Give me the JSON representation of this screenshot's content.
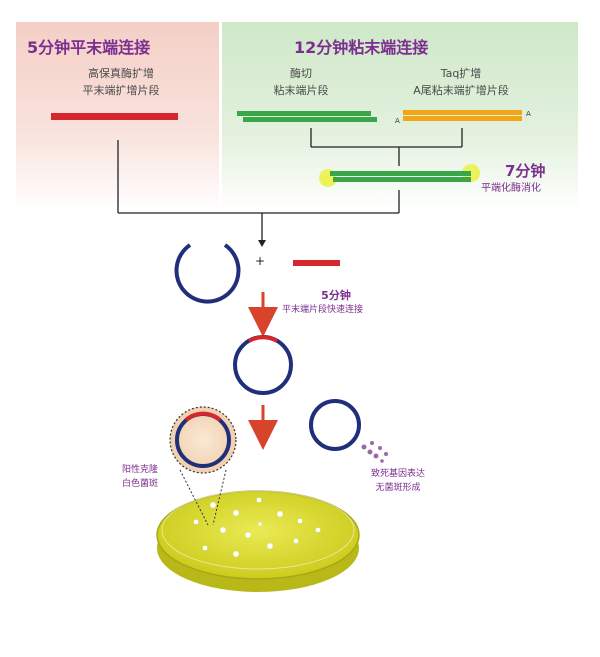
{
  "left_panel": {
    "title": "5分钟平末端连接",
    "caption_line1": "高保真酶扩增",
    "caption_line2": "平末端扩增片段"
  },
  "right_panel": {
    "title": "12分钟粘末端连接",
    "digest_line1": "酶切",
    "digest_line2": "粘末端片段",
    "taq_line1": "Taq扩增",
    "taq_line2": "A尾粘末端扩增片段",
    "a_tail": "A"
  },
  "blunting": {
    "time": "7分钟",
    "caption": "平端化酶消化"
  },
  "plus_sign": "+",
  "ligation": {
    "time": "5分钟",
    "caption": "平末端片段快速连接"
  },
  "positive_clone": {
    "line1": "阳性克隆",
    "line2": "白色菌斑"
  },
  "lethal": {
    "line1": "致死基因表达",
    "line2": "无菌斑形成"
  },
  "colors": {
    "fragment_red": "#d6262e",
    "fragment_green": "#3aa64a",
    "fragment_orange": "#f2a516",
    "plasmid_blue": "#1f2f7a",
    "arrow_red": "#d8432b",
    "label_purple": "#7b2f8f",
    "blunt_yellow": "#eef25a",
    "agar_yellow": "#dada22"
  },
  "icons": [
    "plasmid-circle",
    "down-arrow",
    "petri-dish",
    "dead-cells"
  ]
}
